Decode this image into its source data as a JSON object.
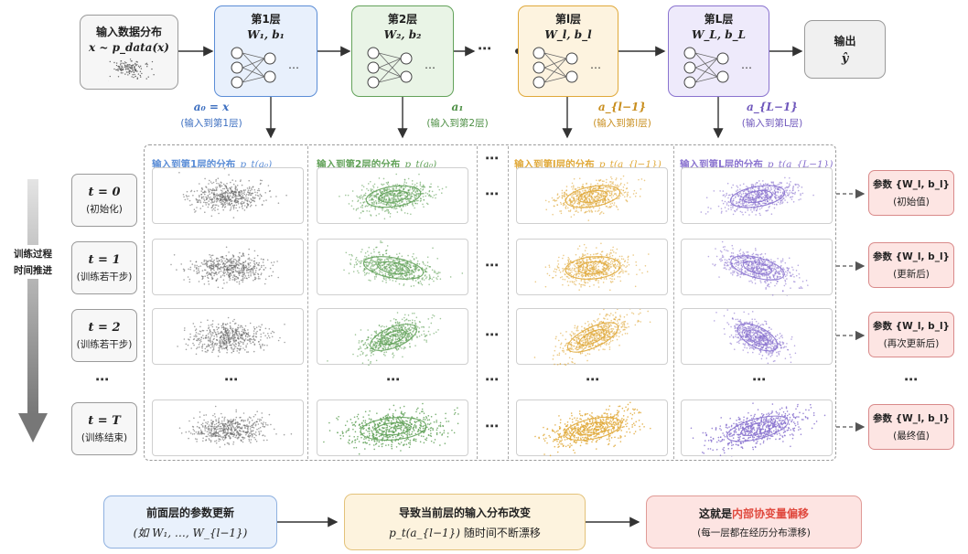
{
  "input_box": {
    "title": "输入数据分布",
    "formula": "x ~ p_data(x)"
  },
  "layers": [
    {
      "title": "第1层",
      "params": "W₁, b₁",
      "color": "#5b8dd6",
      "fill": "#e8f0fc",
      "a_label": "a₀ = x",
      "a_sub": "(输入到第1层)"
    },
    {
      "title": "第2层",
      "params": "W₂, b₂",
      "color": "#63a25a",
      "fill": "#e9f4e6",
      "a_label": "a₁",
      "a_sub": "(输入到第2层)"
    },
    {
      "title": "第l层",
      "params": "W_l, b_l",
      "color": "#e0a93a",
      "fill": "#fdf3df",
      "a_label": "a_{l−1}",
      "a_sub": "(输入到第l层)"
    },
    {
      "title": "第L层",
      "params": "W_L, b_L",
      "color": "#8a73cf",
      "fill": "#eeeafb",
      "a_label": "a_{L−1}",
      "a_sub": "(输入到第L层)"
    }
  ],
  "output_box": {
    "title": "输出",
    "symbol": "ŷ"
  },
  "col_headers": [
    {
      "text": "输入到第1层的分布",
      "math": "p_t(a₀)"
    },
    {
      "text": "输入到第2层的分布",
      "math": "p_t(a₀)"
    },
    {
      "text": "输入到第l层的分布",
      "math": "p_t(a_{l−1})"
    },
    {
      "text": "输入到第L层的分布",
      "math": "p_t(a_{L−1})"
    }
  ],
  "time_axis": {
    "line1": "训练过程",
    "line2": "时间推进"
  },
  "rows": [
    {
      "t": "t = 0",
      "desc": "(初始化)",
      "param_title": "参数 {W_l, b_l}",
      "param_desc": "(初始值)"
    },
    {
      "t": "t = 1",
      "desc": "(训练若干步)",
      "param_title": "参数 {W_l, b_l}",
      "param_desc": "(更新后)"
    },
    {
      "t": "t = 2",
      "desc": "(训练若干步)",
      "param_title": "参数 {W_l, b_l}",
      "param_desc": "(再次更新后)"
    },
    {
      "t": "t = T",
      "desc": "(训练结束)",
      "param_title": "参数 {W_l, b_l}",
      "param_desc": "(最终值)"
    }
  ],
  "ellipsis": "⋯",
  "vellipsis": "⋯",
  "bottom": {
    "box1_line1": "前面层的参数更新",
    "box1_line2": "(如 W₁, …, W_{l−1})",
    "box2_line1": "导致当前层的输入分布改变",
    "box2_math": "p_t(a_{l−1})",
    "box2_tail": "随时间不断漂移",
    "box3_pre": "这就是",
    "box3_highlight": "内部协变量偏移",
    "box3_line2": "(每一层都在经历分布漂移)",
    "highlight_color": "#e04a3f"
  }
}
